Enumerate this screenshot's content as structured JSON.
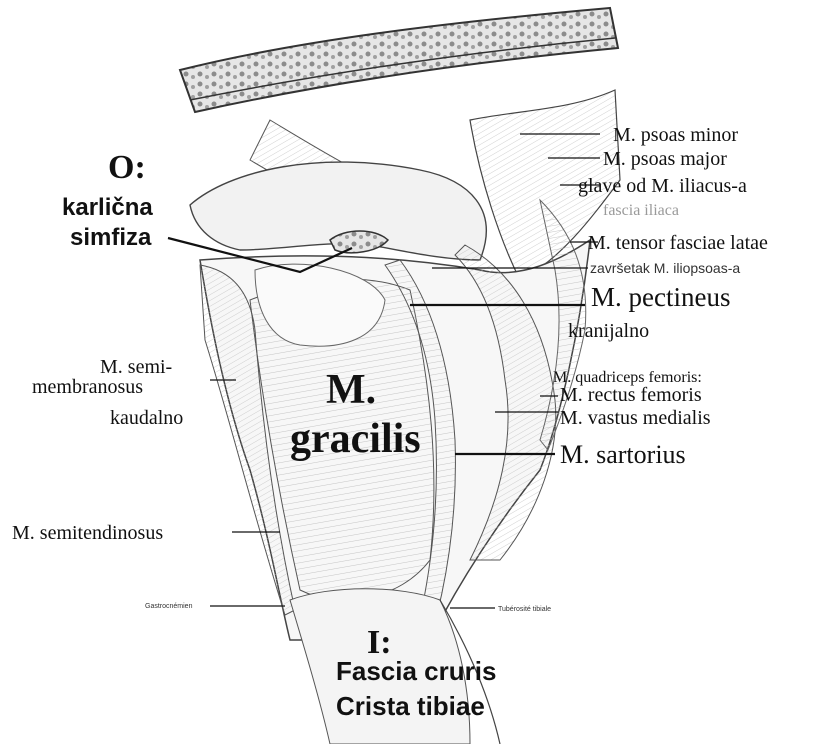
{
  "origin": {
    "marker": "O:",
    "line1": "karlična",
    "line2": "simfiza"
  },
  "insertion": {
    "marker": "I:",
    "line1": "Fascia cruris",
    "line2": "Crista tibiae"
  },
  "muscle_title": {
    "line1": "M.",
    "line2": "gracilis"
  },
  "labels_right": {
    "psoas_minor": "M. psoas minor",
    "psoas_major": "M. psoas major",
    "iliacus": "glave od M. iliacus-a",
    "fascia_iliaca": "fascia iliaca",
    "tensor": "M. tensor fasciae latae",
    "iliopsoas_end": "završetak M. iliopsoas-a",
    "pectineus": "M. pectineus",
    "kranijalno": "kranijalno",
    "quadriceps": "M. quadriceps femoris:",
    "rectus": "M. rectus femoris",
    "vastus": "M. vastus medialis",
    "sartorius": "M. sartorius"
  },
  "labels_left": {
    "semimembranosus_1": "M. semi-",
    "semimembranosus_2": "membranosus",
    "kaudalno": "kaudalno",
    "semitendinosus": "M. semitendinosus"
  },
  "labels_small": {
    "gastrocnemien": "Gastrocnémien",
    "tuberosite": "Tubérosité tibiale"
  },
  "colors": {
    "text": "#111111",
    "fascia_iliaca": "#9a9a9a",
    "background": "#ffffff"
  }
}
